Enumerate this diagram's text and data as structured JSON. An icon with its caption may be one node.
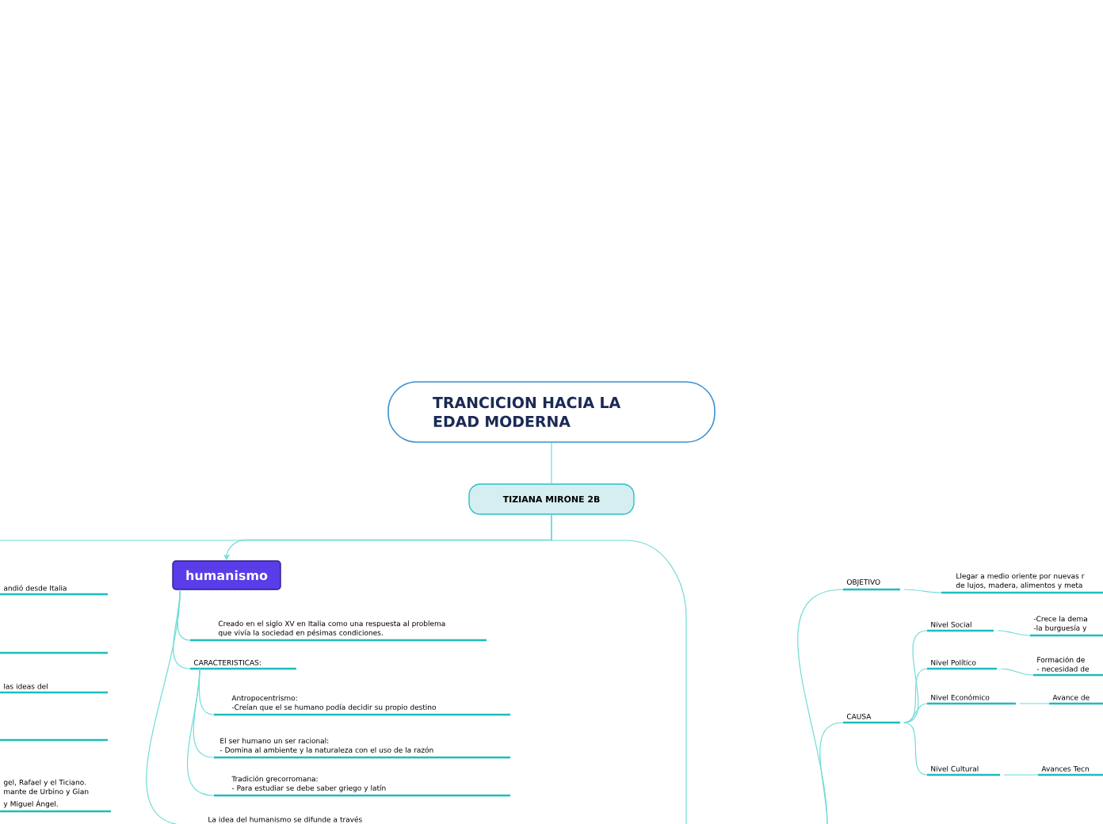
{
  "diagram": {
    "nodes": [
      {
        "text": [
          "TRANCICION HACIA LA EDAD MODERNA"
        ]
      },
      {
        "text": [
          "TIZIANA MIRONE 2B"
        ]
      },
      {
        "text": [
          "humanismo"
        ]
      },
      {
        "text": [
          "Creado en el siglo XV en Italia como una respuesta al problema que vivía la sociedad en pésimas condiciones."
        ]
      },
      {
        "text": [
          "CARACTERISTICAS:"
        ]
      },
      {
        "text": [
          "Antropocentrismo:",
          "-Creían que el se humano podía decidir su propio destino"
        ]
      },
      {
        "text": [
          "El ser humano un ser racional:",
          "- Domina al ambiente y la naturaleza con el uso de la razón"
        ]
      },
      {
        "text": [
          "Tradición grecorromana:",
          "- Para estudiar se debe saber griego y latín"
        ]
      },
      {
        "text": [
          "La idea del humanismo se difunde a través"
        ]
      },
      {
        "text": [
          "andió desde Italia"
        ]
      },
      {
        "text": [],
        "shape": "line"
      },
      {
        "text": [
          "las ideas del"
        ]
      },
      {
        "text": [],
        "shape": "line"
      },
      {
        "text": [
          "gel, Rafael y el Ticiano. mante de Urbino y Gian",
          "y Miguel Ángel."
        ]
      },
      {
        "text": [
          "OBJETIVO"
        ]
      },
      {
        "text": [
          "Llegar a medio oriente por nuevas r de lujos, madera, alimentos y meta"
        ]
      },
      {
        "text": [
          "CAUSA"
        ]
      },
      {
        "text": [
          "Nivel Social"
        ]
      },
      {
        "text": [
          "-Crece la dema",
          "-la burguesía y"
        ]
      },
      {
        "text": [
          "Nivel Político"
        ]
      },
      {
        "text": [
          "Formación de",
          "- necesidad de"
        ]
      },
      {
        "text": [
          "Nivel Económico"
        ]
      },
      {
        "text": [
          "Avance de"
        ]
      },
      {
        "text": [
          "Nivel Cultural"
        ]
      },
      {
        "text": [
          "Avances Tecn"
        ]
      }
    ],
    "edges": [
      {
        "from": 0,
        "to": 1,
        "arrow": "none"
      },
      {
        "from": 1,
        "to": 2,
        "arrow": "to"
      },
      {
        "from": 1,
        "to": null,
        "arrow": "none"
      },
      {
        "from": 1,
        "to": null,
        "arrow": "none"
      },
      {
        "from": 2,
        "to": 3,
        "arrow": "none"
      },
      {
        "from": 2,
        "to": 4,
        "arrow": "none"
      },
      {
        "from": 2,
        "to": 8,
        "arrow": "none"
      },
      {
        "from": 4,
        "to": 5,
        "arrow": "none"
      },
      {
        "from": 4,
        "to": 6,
        "arrow": "none"
      },
      {
        "from": 4,
        "to": 7,
        "arrow": "none"
      },
      {
        "from": null,
        "to": 14,
        "arrow": "none"
      },
      {
        "from": null,
        "to": 16,
        "arrow": "none"
      },
      {
        "from": 14,
        "to": 15,
        "arrow": "none"
      },
      {
        "from": 16,
        "to": 17,
        "arrow": "none"
      },
      {
        "from": 16,
        "to": 19,
        "arrow": "none"
      },
      {
        "from": 16,
        "to": 21,
        "arrow": "none"
      },
      {
        "from": 16,
        "to": 23,
        "arrow": "none"
      },
      {
        "from": 17,
        "to": 18,
        "arrow": "none"
      },
      {
        "from": 19,
        "to": 20,
        "arrow": "none"
      },
      {
        "from": 21,
        "to": 22,
        "arrow": "none"
      },
      {
        "from": 23,
        "to": 24,
        "arrow": "none"
      }
    ]
  }
}
